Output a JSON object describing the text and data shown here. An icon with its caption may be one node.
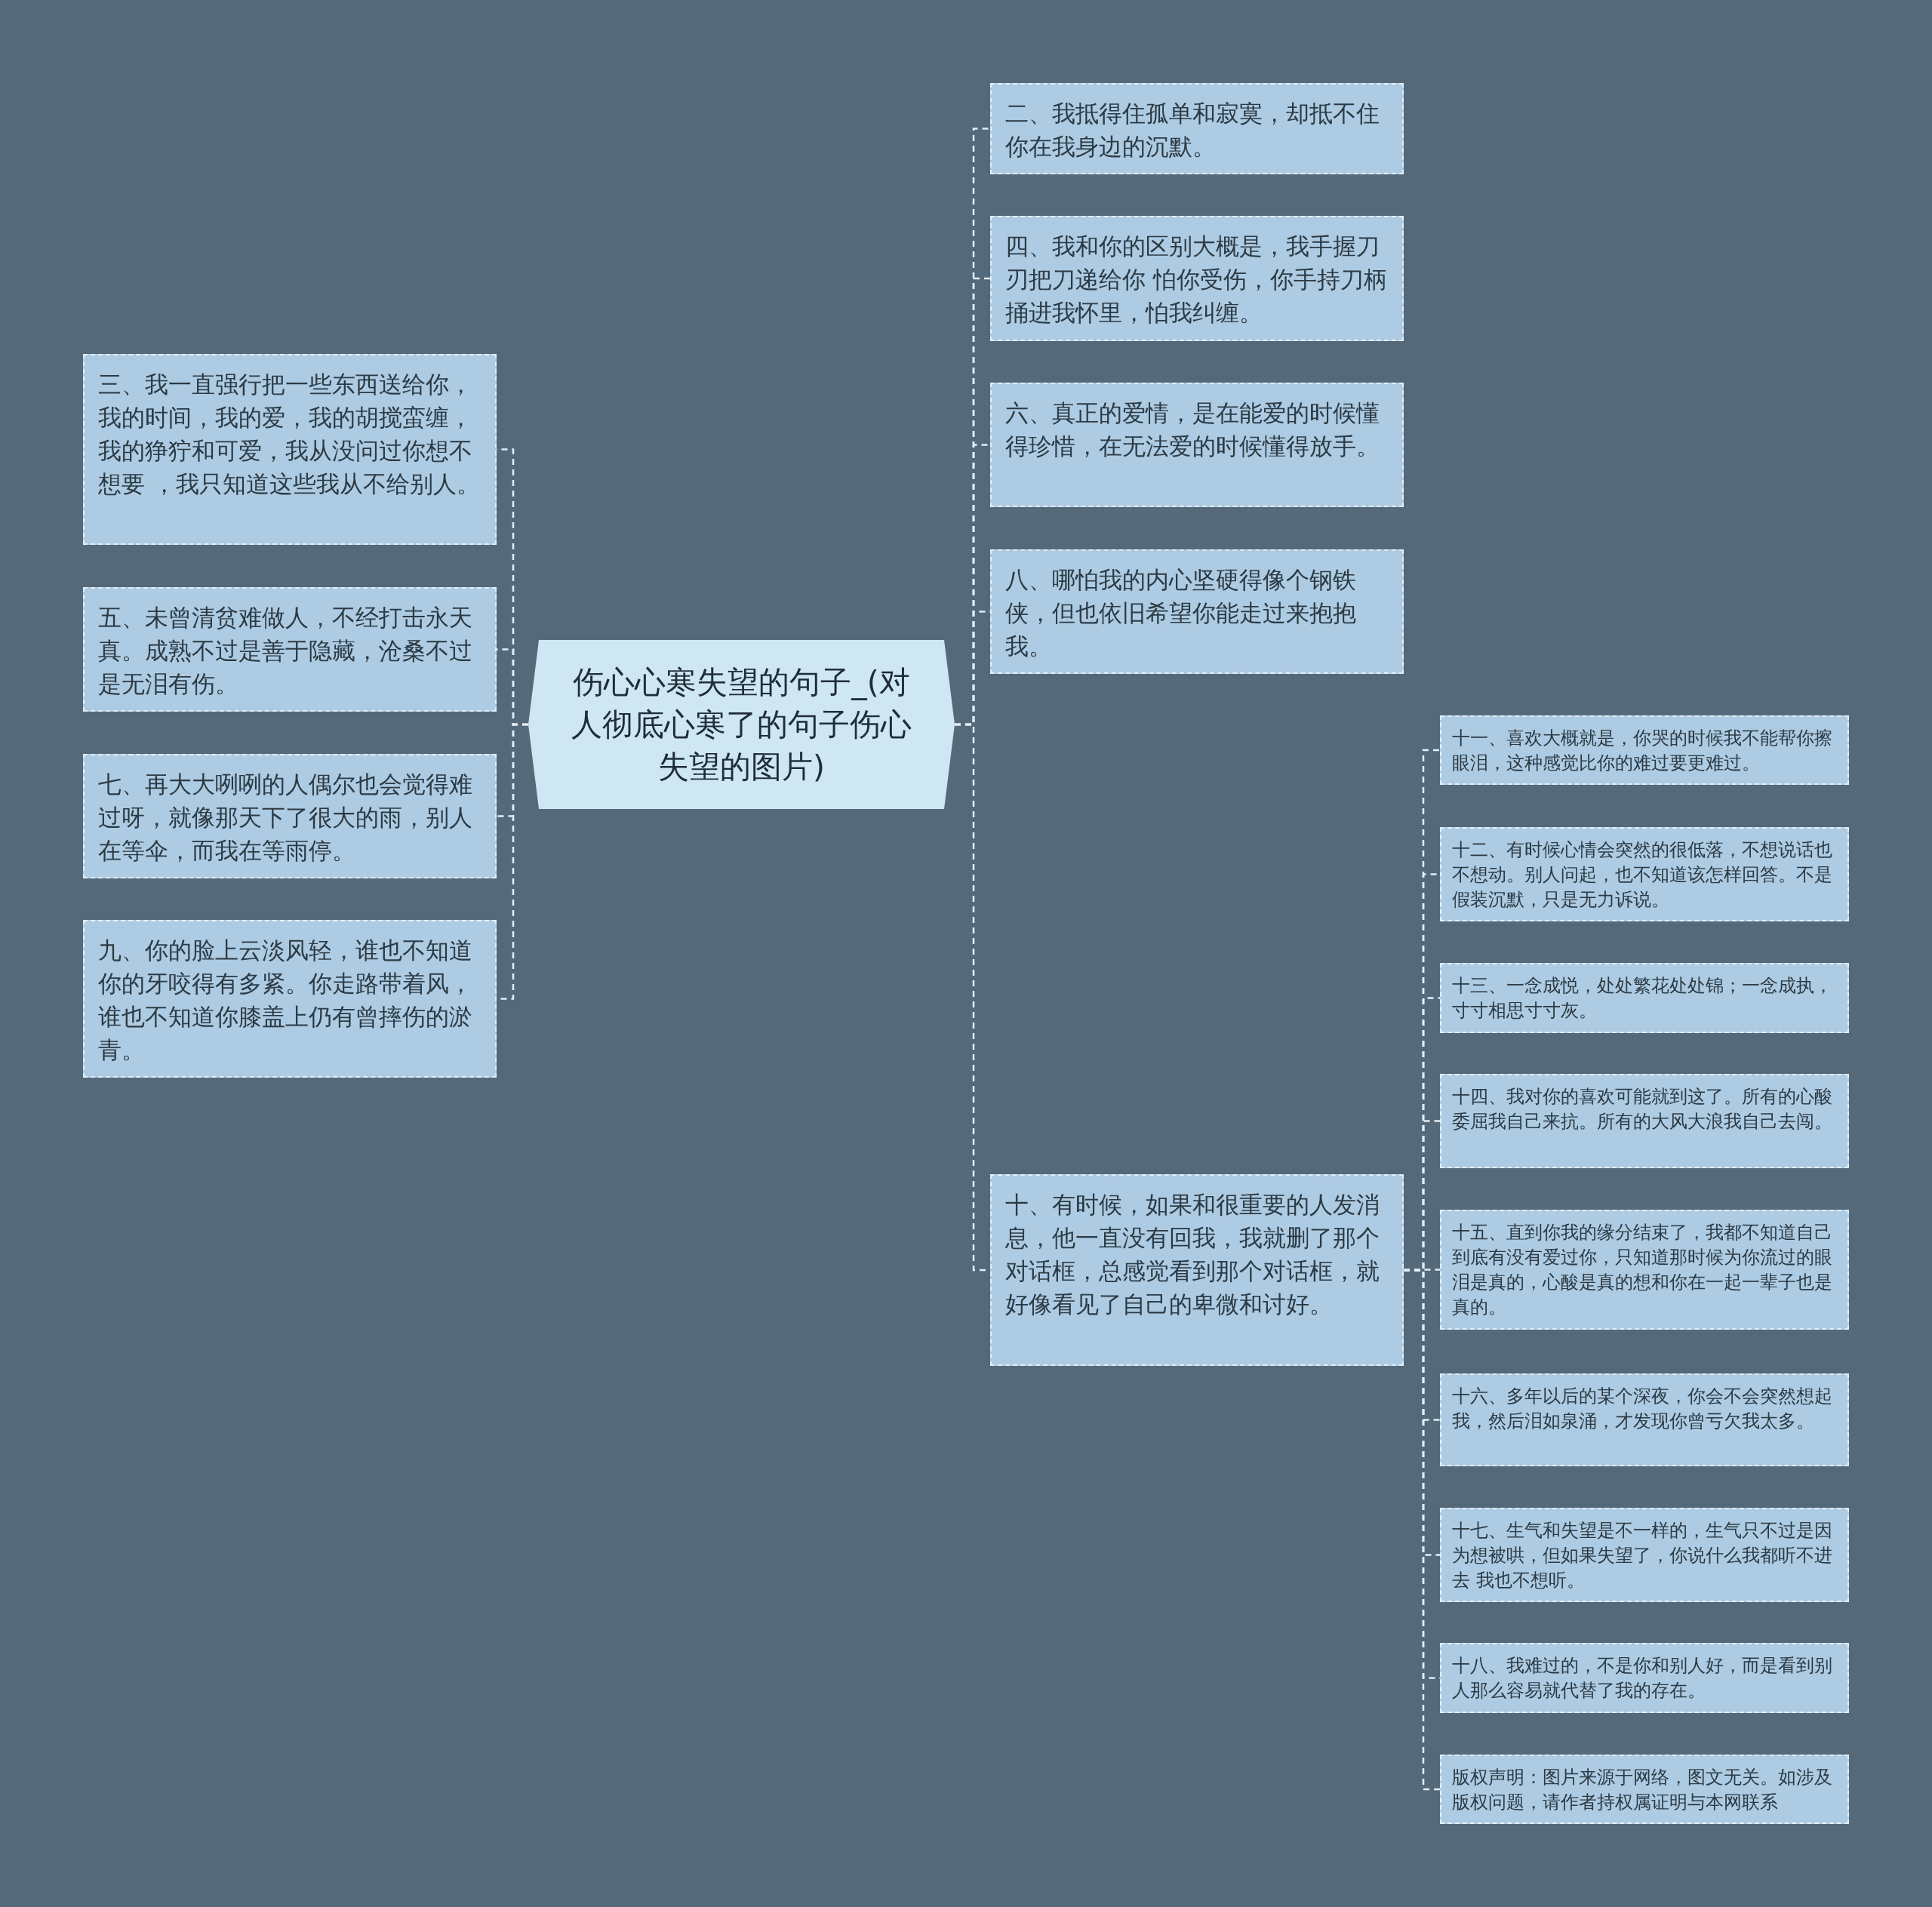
{
  "diagram": {
    "nodes": [
      {
        "text": [
          "伤心心寒失望的句子_(对人彻底心寒了的句子伤心失望的图片)"
        ]
      },
      {
        "text": [
          "二、我抵得住孤单和寂寞，却抵不住你在我身边的沉默。"
        ]
      },
      {
        "text": [
          "三、我一直强行把一些东西送给你，我的时间，我的爱，我的胡搅蛮缠，我的狰狞和可爱，我从没问过你想不想要 ，我只知道这些我从不给别人。"
        ]
      },
      {
        "text": [
          "四、我和你的区别大概是，我手握刀刃把刀递给你 怕你受伤，你手持刀柄捅进我怀里，怕我纠缠。"
        ]
      },
      {
        "text": [
          "五、未曾清贫难做人，不经打击永天真。成熟不过是善于隐藏，沧桑不过是无泪有伤。"
        ]
      },
      {
        "text": [
          "六、真正的爱情，是在能爱的时候懂得珍惜，在无法爱的时候懂得放手。"
        ]
      },
      {
        "text": [
          "七、再大大咧咧的人偶尔也会觉得难过呀，就像那天下了很大的雨，别人在等伞，而我在等雨停。"
        ]
      },
      {
        "text": [
          "八、哪怕我的内心坚硬得像个钢铁侠，但也依旧希望你能走过来抱抱我。"
        ]
      },
      {
        "text": [
          "九、你的脸上云淡风轻，谁也不知道你的牙咬得有多紧。你走路带着风，谁也不知道你膝盖上仍有曾摔伤的淤青。"
        ]
      },
      {
        "text": [
          "十、有时候，如果和很重要的人发消息，他一直没有回我，我就删了那个对话框，总感觉看到那个对话框，就好像看见了自己的卑微和讨好。"
        ]
      },
      {
        "text": [
          "十一、喜欢大概就是，你哭的时候我不能帮你擦眼泪，这种感觉比你的难过要更难过。"
        ]
      },
      {
        "text": [
          "十二、有时候心情会突然的很低落，不想说话也不想动。别人问起，也不知道该怎样回答。不是假装沉默，只是无力诉说。"
        ]
      },
      {
        "text": [
          "十三、一念成悦，处处繁花处处锦；一念成执，寸寸相思寸寸灰。"
        ]
      },
      {
        "text": [
          "十四、我对你的喜欢可能就到这了。所有的心酸委屈我自己来抗。所有的大风大浪我自己去闯。"
        ]
      },
      {
        "text": [
          "十五、直到你我的缘分结束了，我都不知道自己到底有没有爱过你，只知道那时候为你流过的眼泪是真的，心酸是真的想和你在一起一辈子也是真的。"
        ]
      },
      {
        "text": [
          "十六、多年以后的某个深夜，你会不会突然想起我，然后泪如泉涌，才发现你曾亏欠我太多。"
        ]
      },
      {
        "text": [
          "十七、生气和失望是不一样的，生气只不过是因为想被哄，但如果失望了，你说什么我都听不进去 我也不想听。"
        ]
      },
      {
        "text": [
          "十八、我难过的，不是你和别人好，而是看到别人那么容易就代替了我的存在。"
        ]
      },
      {
        "text": [
          "版权声明：图片来源于网络，图文无关。如涉及版权问题，请作者持权属证明与本网联系"
        ]
      }
    ],
    "edges": [
      {
        "from": 0,
        "to": 1,
        "arrow": "none",
        "style": "dashed"
      },
      {
        "from": 0,
        "to": 3,
        "arrow": "none",
        "style": "dashed"
      },
      {
        "from": 0,
        "to": 5,
        "arrow": "none",
        "style": "dashed"
      },
      {
        "from": 0,
        "to": 7,
        "arrow": "none",
        "style": "dashed"
      },
      {
        "from": 0,
        "to": 9,
        "arrow": "none",
        "style": "dashed"
      },
      {
        "from": 0,
        "to": 2,
        "arrow": "none",
        "style": "dashed"
      },
      {
        "from": 0,
        "to": 4,
        "arrow": "none",
        "style": "dashed"
      },
      {
        "from": 0,
        "to": 6,
        "arrow": "none",
        "style": "dashed"
      },
      {
        "from": 0,
        "to": 8,
        "arrow": "none",
        "style": "dashed"
      },
      {
        "from": 9,
        "to": 10,
        "arrow": "none",
        "style": "dashed"
      },
      {
        "from": 9,
        "to": 11,
        "arrow": "none",
        "style": "dashed"
      },
      {
        "from": 9,
        "to": 12,
        "arrow": "none",
        "style": "dashed"
      },
      {
        "from": 9,
        "to": 13,
        "arrow": "none",
        "style": "dashed"
      },
      {
        "from": 9,
        "to": 14,
        "arrow": "none",
        "style": "dashed"
      },
      {
        "from": 9,
        "to": 15,
        "arrow": "none",
        "style": "dashed"
      },
      {
        "from": 9,
        "to": 16,
        "arrow": "none",
        "style": "dashed"
      },
      {
        "from": 9,
        "to": 17,
        "arrow": "none",
        "style": "dashed"
      },
      {
        "from": 9,
        "to": 18,
        "arrow": "none",
        "style": "dashed"
      }
    ]
  }
}
